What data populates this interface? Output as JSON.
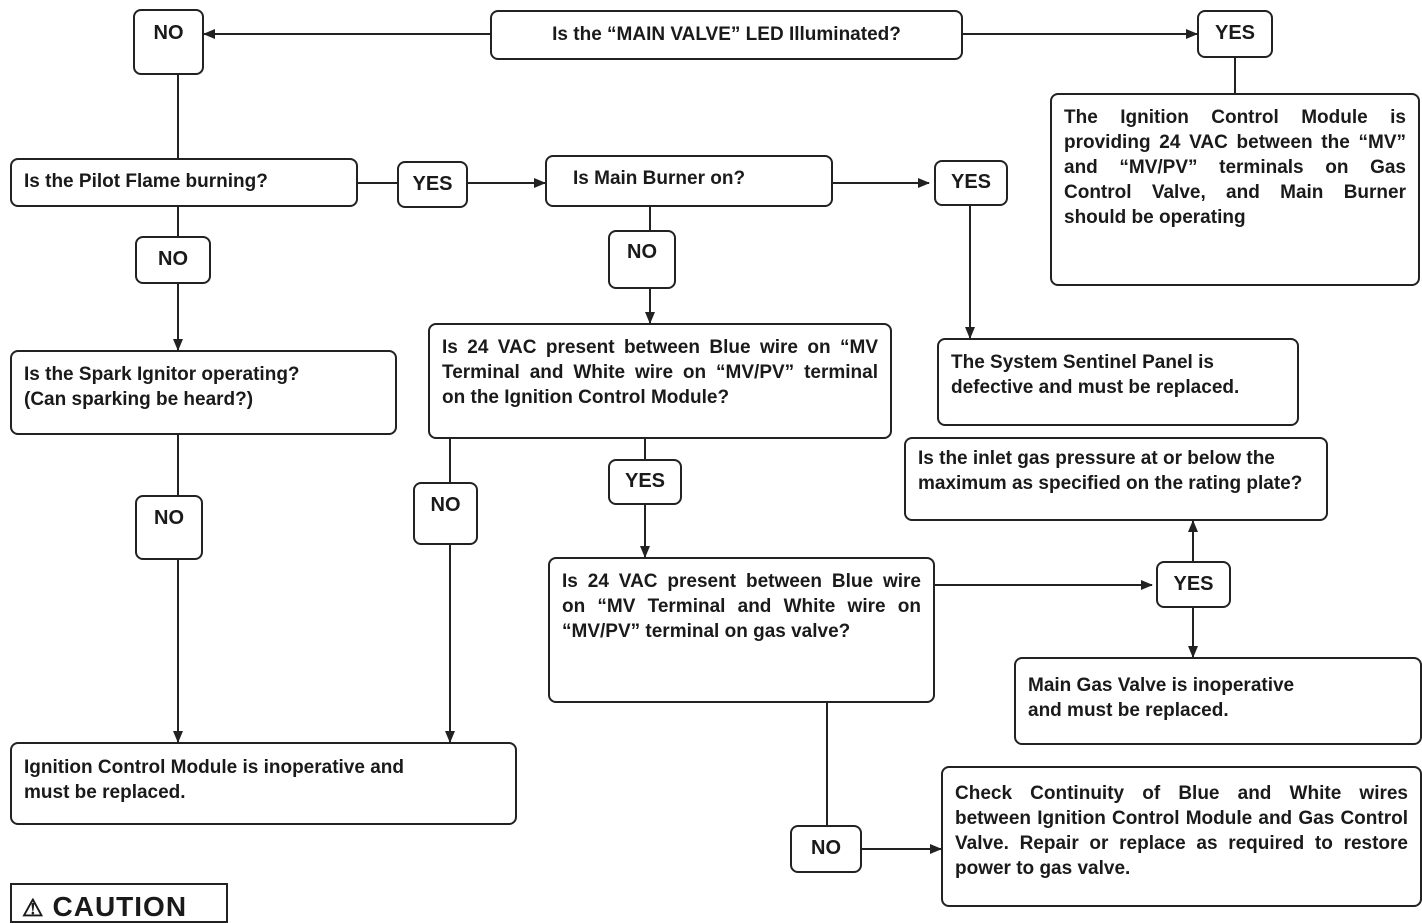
{
  "questions": {
    "main_valve_led": "Is the “MAIN VALVE” LED Illuminated?",
    "pilot_flame": "Is the Pilot Flame burning?",
    "main_burner": "Is Main Burner on?",
    "spark_ignitor": "Is the Spark Ignitor operating?\n(Can sparking be heard?)",
    "vac_at_module": "Is 24 VAC present between Blue wire on “MV Terminal and White wire on “MV/PV” terminal on the Ignition Control Module?",
    "vac_at_gas_valve": "Is 24 VAC present between Blue wire on “MV Terminal and White wire on “MV/PV” terminal on gas valve?",
    "inlet_gas_pressure": "Is the inlet gas pressure at or below the maximum as specified on the rating plate?"
  },
  "outcomes": {
    "module_providing_24vac": "The Ignition Control Module is providing 24 VAC between  the “MV” and “MV/PV” terminals on Gas Control Valve, and Main Burner should be operating",
    "sentinel_panel_defective": "The System Sentinel Panel is\ndefective and must be replaced.",
    "module_inoperative": "Ignition Control Module is inoperative and\nmust be replaced.",
    "gas_valve_inoperative": "Main Gas Valve is inoperative\nand must be replaced.",
    "check_continuity": "Check Continuity of Blue and White wires between Ignition Control Module and Gas Control Valve. Repair or replace as required to restore power to gas valve."
  },
  "answers": {
    "yes": "YES",
    "no": "NO"
  },
  "caution": {
    "symbol": "⚠",
    "label": "CAUTION"
  }
}
